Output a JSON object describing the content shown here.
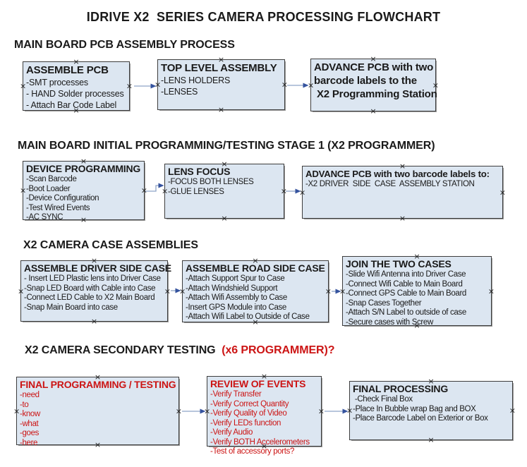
{
  "title": "IDRIVE X2  SERIES CAMERA PROCESSING FLOWCHART",
  "colors": {
    "text": "#1a1a1a",
    "red_text": "#cc1414",
    "box_fill": "#dce6f1",
    "box_border": "#3d3d3d",
    "box_shadow": "#9a9a9a",
    "arrow_line": "#8ea3c6",
    "arrow_head": "#35539e"
  },
  "icons": {
    "connector_point": "×"
  },
  "sections": [
    {
      "heading": "MAIN BOARD PCB ASSEMBLY PROCESS",
      "heading_red": "",
      "boxes": [
        {
          "title": "ASSEMBLE PCB",
          "items": [
            "-SMT processes",
            "- HAND Solder processes",
            "- Attach Bar Code Label"
          ]
        },
        {
          "title": "TOP LEVEL ASSEMBLY",
          "items": [
            "-LENS HOLDERS",
            "-LENSES"
          ]
        },
        {
          "title": "ADVANCE PCB with two\nbarcode labels to the\n X2 Programming Station",
          "items": []
        }
      ]
    },
    {
      "heading": "MAIN BOARD INITIAL PROGRAMMING/TESTING STAGE 1 (X2 PROGRAMMER)",
      "heading_red": "",
      "boxes": [
        {
          "title": "DEVICE PROGRAMMING",
          "items": [
            "-Scan Barcode",
            "-Boot Loader",
            "-Device Configuration",
            "-Test Wired Events",
            "-AC SYNC"
          ]
        },
        {
          "title": "LENS FOCUS",
          "items": [
            "-FOCUS BOTH LENSES",
            "-GLUE LENSES"
          ]
        },
        {
          "title": "ADVANCE PCB with two barcode labels to:",
          "items": [
            "-X2 DRIVER  SIDE  CASE  ASSEMBLY STATION"
          ]
        }
      ]
    },
    {
      "heading": "X2 CAMERA CASE ASSEMBLIES",
      "heading_red": "",
      "boxes": [
        {
          "title": "ASSEMBLE DRIVER SIDE CASE",
          "items": [
            "- Insert LED Plastic lens into Driver Case",
            "-Snap LED Board with Cable into Case",
            "-Connect LED Cable to X2 Main Board",
            "-Snap Main Board into case"
          ]
        },
        {
          "title": "ASSEMBLE ROAD SIDE CASE",
          "items": [
            "-Attach Support Spur to Case",
            "-Attach Windshield Support",
            "-Attach Wifi Assembly to Case",
            "-Insert GPS Module into Case",
            "-Attach Wifi Label to Outside of Case"
          ]
        },
        {
          "title": "JOIN THE TWO CASES",
          "items": [
            "-Slide Wifi Antenna into Driver Case",
            "-Connect Wifi Cable to Main Board",
            "-Connect GPS Cable to Main Board",
            "-Snap Cases Together",
            "-Attach S/N Label to outside of case",
            "-Secure cases with Screw"
          ]
        }
      ]
    },
    {
      "heading": "X2 CAMERA SECONDARY TESTING  ",
      "heading_red": "(x6 PROGRAMMER)?",
      "boxes": [
        {
          "title": "FINAL PROGRAMMING / TESTING",
          "items": [
            "-need",
            "-to",
            "-know",
            "-what",
            "-goes",
            "-here"
          ]
        },
        {
          "title": "REVIEW OF EVENTS",
          "items": [
            "-Verify Transfer",
            "-Verify Correct Quantity",
            "-Verify Quality of Video",
            "-Verify LEDs function",
            "-Verify Audio",
            "-Verify BOTH Accelerometers",
            "-Test of accessory ports?"
          ]
        },
        {
          "title": "FINAL PROCESSING",
          "items": [
            " -Check Final Box",
            "-Place In Bubble wrap Bag and BOX",
            "-Place Barcode Label on Exterior or Box"
          ]
        }
      ]
    }
  ]
}
